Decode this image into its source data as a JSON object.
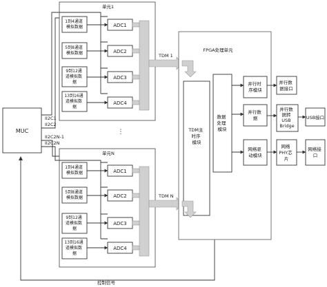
{
  "diagram": {
    "mcu_label": "MUC",
    "i2c": [
      "II2C1",
      "II2C2",
      "II2C2N-1",
      "II2C2N"
    ],
    "units": [
      {
        "title": "单元1",
        "tdm": "TDM 1",
        "inputs": [
          [
            "1到4通道",
            "模拟数据"
          ],
          [
            "5到8通道",
            "模拟数据"
          ],
          [
            "9到12通",
            "道模拟数",
            "据"
          ],
          [
            "13到16通",
            "道模拟数",
            "据"
          ]
        ],
        "adcs": [
          "ADC1",
          "ADC2",
          "ADC3",
          "ADC4"
        ]
      },
      {
        "title": "单元N",
        "tdm": "TDM N",
        "inputs": [
          [
            "1到4通道",
            "模拟数据"
          ],
          [
            "5到8通道",
            "模拟数据"
          ],
          [
            "9到12通",
            "道模拟数",
            "据"
          ],
          [
            "13到16通",
            "道模拟数",
            "据"
          ]
        ],
        "adcs": [
          "ADC1",
          "ADC2",
          "ADC3",
          "ADC4"
        ]
      }
    ],
    "fpga_title": "FPGA处理单元",
    "tdm_master": [
      "TDM主",
      "时序",
      "模块"
    ],
    "data_processing": [
      "数据",
      "处理",
      "模块"
    ],
    "modules": [
      [
        "并行时",
        "序模块"
      ],
      [
        "并行数",
        "据"
      ],
      [
        "网络驱",
        "动模块"
      ]
    ],
    "outputs": [
      [
        "并行数",
        "据接口"
      ],
      [
        "并行数",
        "据转",
        "USB",
        "Bridge"
      ],
      [
        "网络",
        "PHY芯",
        "片"
      ]
    ],
    "usb_interface": "USB接口",
    "network_interface": [
      "网络接",
      "口"
    ],
    "control_signal": "控制信号"
  }
}
